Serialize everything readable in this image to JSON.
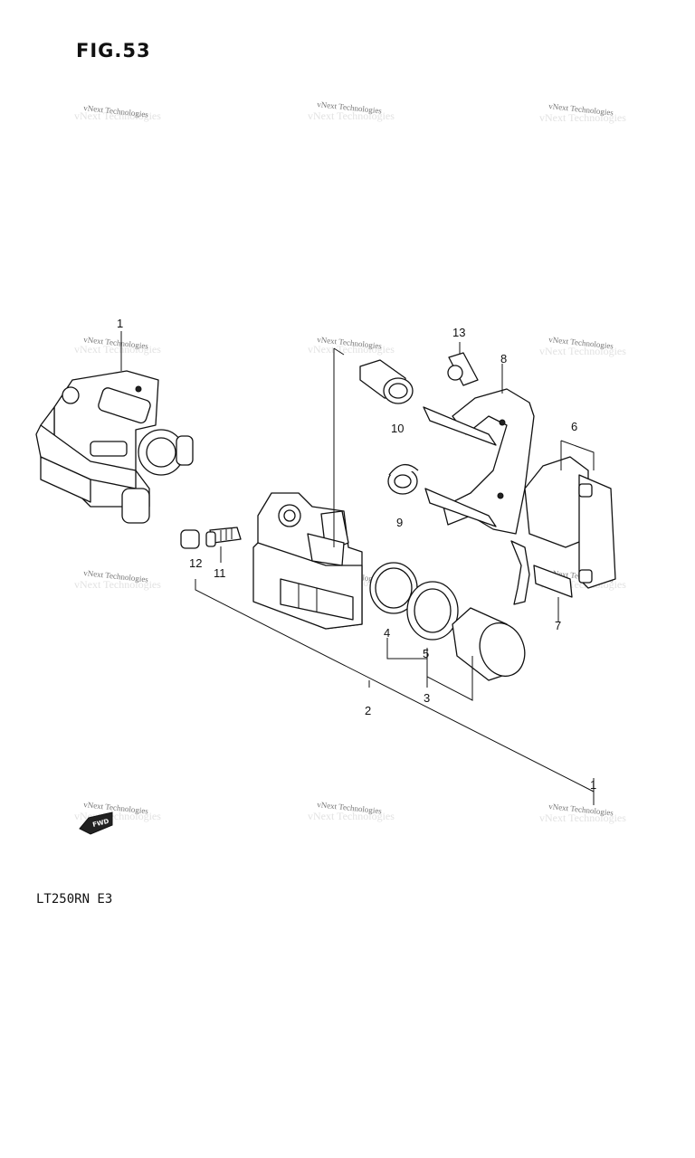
{
  "figure": {
    "title": "FIG.53",
    "model_code": "LT250RN  E3",
    "fwd_label": "FWD"
  },
  "watermark": {
    "text": "vNext Technologies"
  },
  "callouts": [
    {
      "id": "1",
      "label": "1"
    },
    {
      "id": "1b",
      "label": "1"
    },
    {
      "id": "2",
      "label": "2"
    },
    {
      "id": "3",
      "label": "3"
    },
    {
      "id": "4",
      "label": "4"
    },
    {
      "id": "5",
      "label": "5"
    },
    {
      "id": "6",
      "label": "6"
    },
    {
      "id": "7",
      "label": "7"
    },
    {
      "id": "8",
      "label": "8"
    },
    {
      "id": "9",
      "label": "9"
    },
    {
      "id": "10",
      "label": "10"
    },
    {
      "id": "11",
      "label": "11"
    },
    {
      "id": "12",
      "label": "12"
    },
    {
      "id": "13",
      "label": "13"
    }
  ],
  "colors": {
    "line": "#111111",
    "watermark": "#777777",
    "background": "#ffffff"
  }
}
